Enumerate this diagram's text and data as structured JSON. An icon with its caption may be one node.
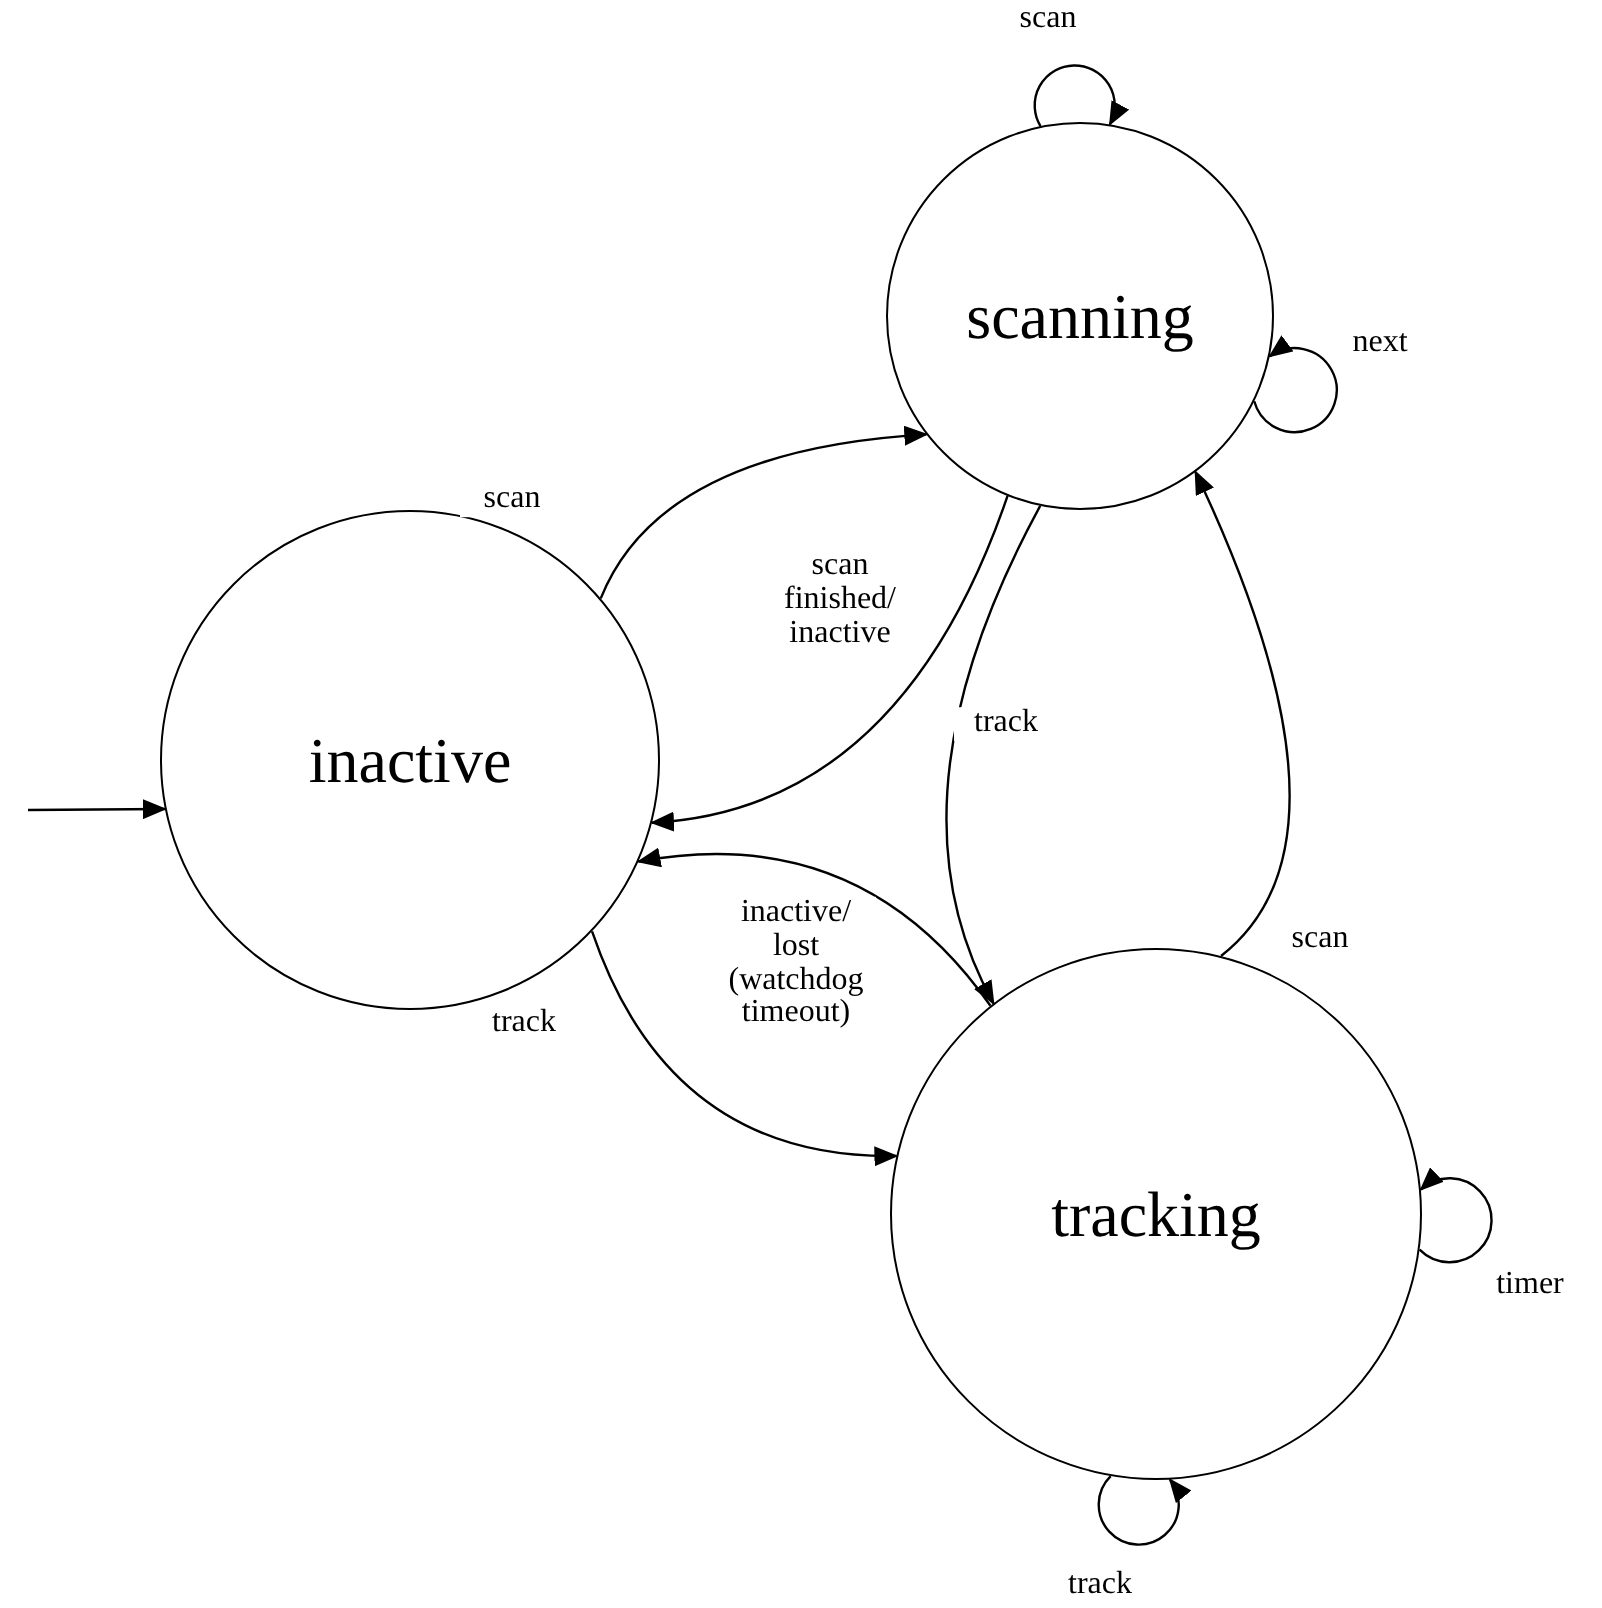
{
  "diagram": {
    "nodes": [
      {
        "text": [
          "scanning"
        ]
      },
      {
        "text": [
          "inactive"
        ]
      },
      {
        "text": [
          "tracking"
        ]
      }
    ],
    "edges": [
      {
        "from": null,
        "to": 1,
        "arrow": "to"
      },
      {
        "from": 1,
        "to": 0,
        "arrow": "to",
        "label": "scan"
      },
      {
        "from": 0,
        "to": 1,
        "arrow": "to",
        "label": "scan finished/ inactive"
      },
      {
        "from": 0,
        "to": 2,
        "arrow": "to",
        "label": "track"
      },
      {
        "from": 2,
        "to": 0,
        "arrow": "to",
        "label": "scan"
      },
      {
        "from": 2,
        "to": 1,
        "arrow": "to",
        "label": "inactive/ lost (watchdog timeout)"
      },
      {
        "from": 1,
        "to": 2,
        "arrow": "to",
        "label": "track"
      },
      {
        "from": 0,
        "to": 0,
        "arrow": "to",
        "label": "scan"
      },
      {
        "from": 0,
        "to": 0,
        "arrow": "to",
        "label": "next"
      },
      {
        "from": 2,
        "to": 2,
        "arrow": "to",
        "label": "timer"
      },
      {
        "from": 2,
        "to": 2,
        "arrow": "to",
        "label": "track"
      }
    ]
  }
}
